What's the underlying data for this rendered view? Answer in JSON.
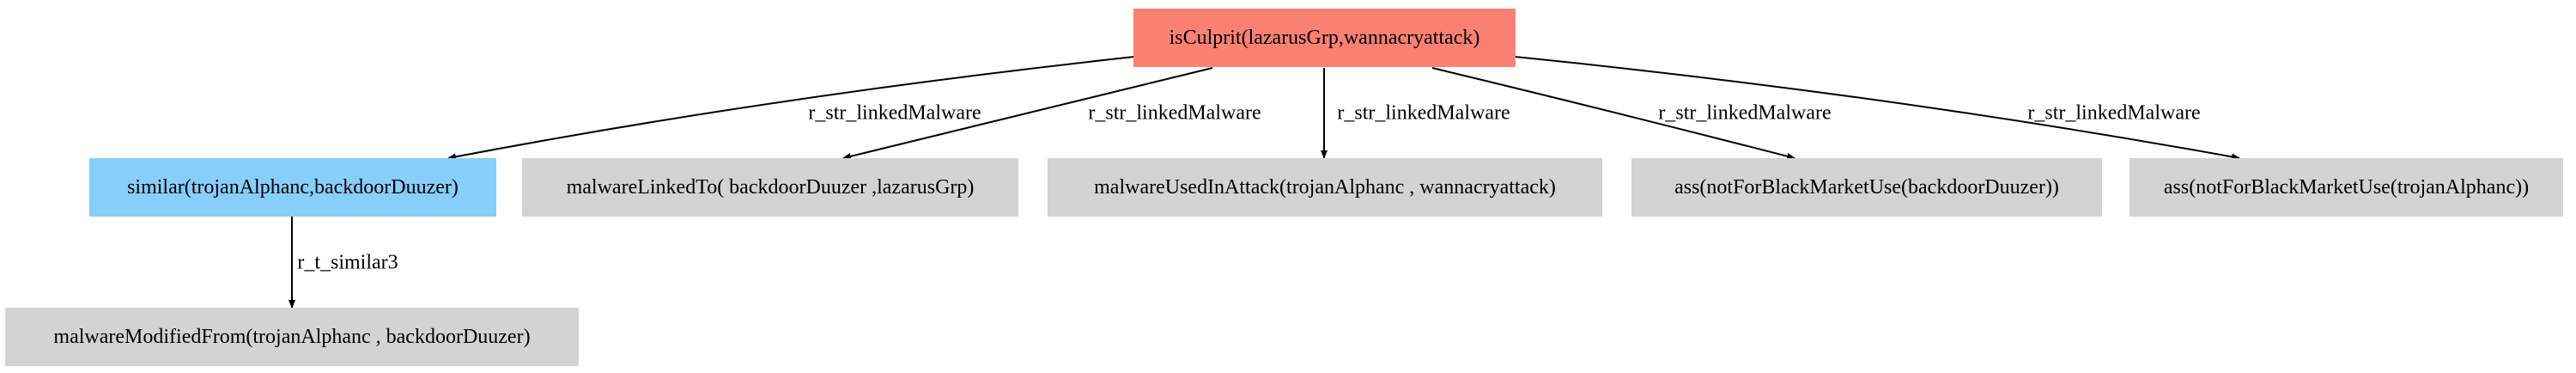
{
  "colors": {
    "root": "#fa8072",
    "highlight": "#87cefa",
    "default": "#d3d3d3",
    "edge": "#000000"
  },
  "nodes": {
    "root": "isCulprit(lazarusGrp,wannacryattack)",
    "similar": "similar(trojanAlphanc,backdoorDuuzer)",
    "linked": "malwareLinkedTo( backdoorDuuzer ,lazarusGrp)",
    "used": "malwareUsedInAttack(trojanAlphanc , wannacryattack)",
    "ass_backdoor": "ass(notForBlackMarketUse(backdoorDuuzer))",
    "ass_trojan": "ass(notForBlackMarketUse(trojanAlphanc))",
    "modified": "malwareModifiedFrom(trojanAlphanc , backdoorDuuzer)"
  },
  "edges": [
    {
      "from": "root",
      "to": "similar",
      "label": "r_str_linkedMalware"
    },
    {
      "from": "root",
      "to": "linked",
      "label": "r_str_linkedMalware"
    },
    {
      "from": "root",
      "to": "used",
      "label": "r_str_linkedMalware"
    },
    {
      "from": "root",
      "to": "ass_backdoor",
      "label": "r_str_linkedMalware"
    },
    {
      "from": "root",
      "to": "ass_trojan",
      "label": "r_str_linkedMalware"
    },
    {
      "from": "similar",
      "to": "modified",
      "label": "r_t_similar3"
    }
  ]
}
